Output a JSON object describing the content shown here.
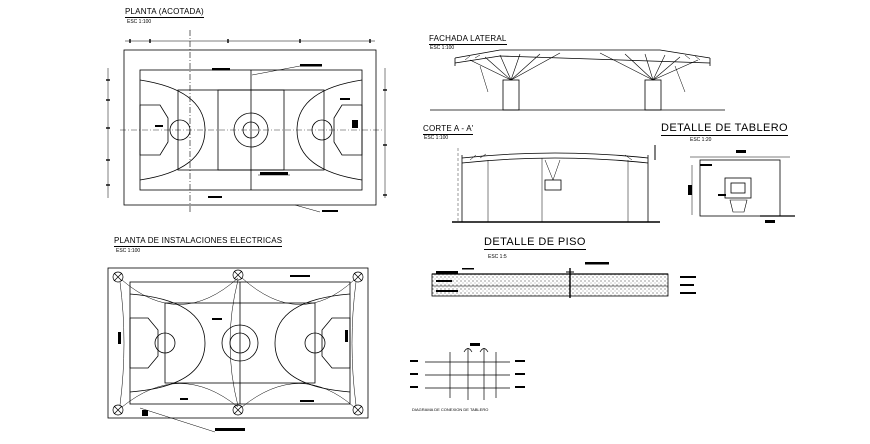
{
  "drawings": {
    "planta_acotada": {
      "title": "PLANTA (ACOTADA)",
      "scale": "ESC 1:100"
    },
    "fachada_lateral": {
      "title": "FACHADA LATERAL",
      "scale": "ESC 1:100"
    },
    "corte": {
      "title": "CORTE  A - A'",
      "scale": "ESC 1:100"
    },
    "detalle_tablero": {
      "title": "DETALLE  DE  TABLERO",
      "scale": "ESC 1:20"
    },
    "planta_electricas": {
      "title": "PLANTA  DE  INSTALACIONES  ELECTRICAS",
      "scale": "ESC 1:100"
    },
    "detalle_piso": {
      "title": "DETALLE  DE  PISO",
      "scale": "ESC 1:5"
    },
    "diagrama": {
      "caption": "DIAGRAMA DE CONEXION DE TABLERO"
    }
  },
  "colors": {
    "ink": "#000000",
    "background": "#ffffff"
  }
}
